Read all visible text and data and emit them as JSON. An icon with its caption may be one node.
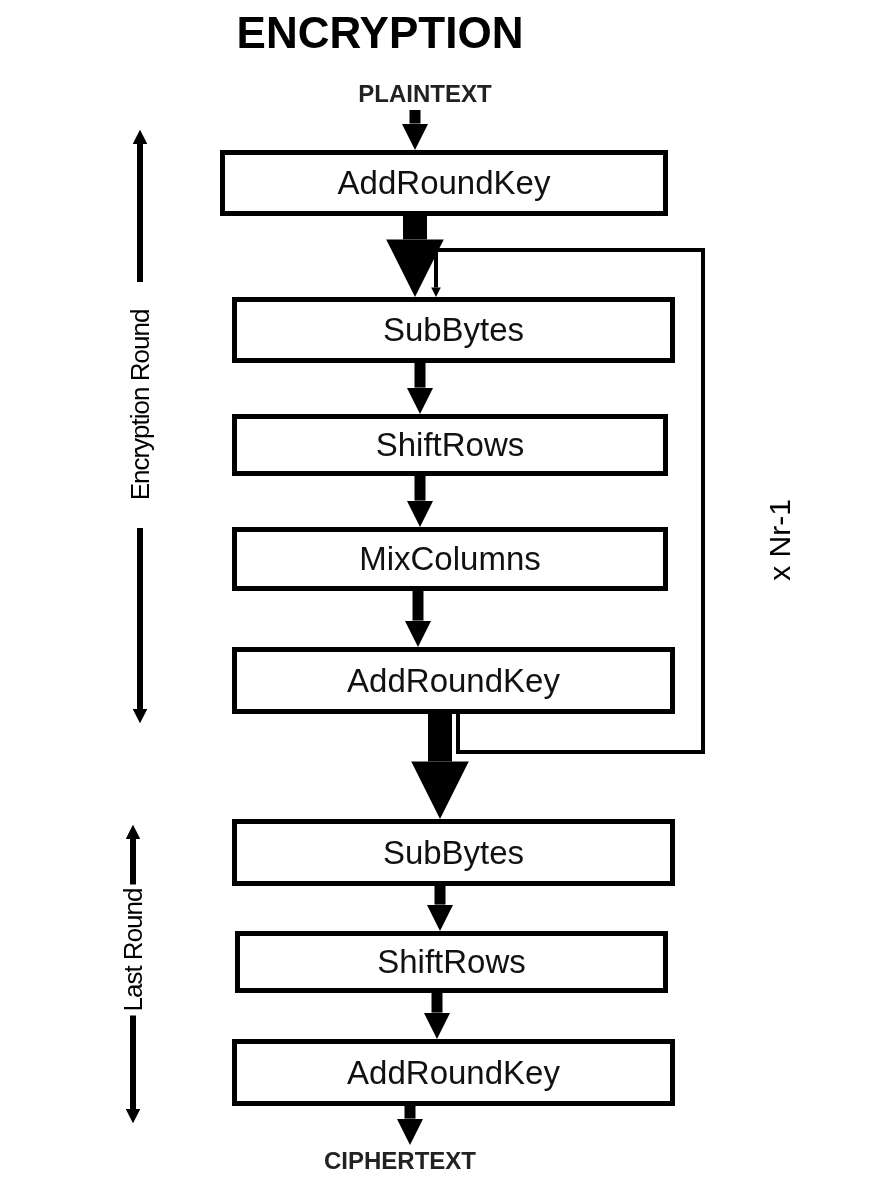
{
  "diagram": {
    "title": "ENCRYPTION",
    "nodes": [
      {
        "text": [
          "PLAINTEXT"
        ]
      },
      {
        "text": [
          "AddRoundKey"
        ]
      },
      {
        "text": [
          "SubBytes"
        ]
      },
      {
        "text": [
          "ShiftRows"
        ]
      },
      {
        "text": [
          "MixColumns"
        ]
      },
      {
        "text": [
          "AddRoundKey"
        ]
      },
      {
        "text": [
          "SubBytes"
        ]
      },
      {
        "text": [
          "ShiftRows"
        ]
      },
      {
        "text": [
          "AddRoundKey"
        ]
      },
      {
        "text": [
          "CIPHERTEXT"
        ]
      }
    ],
    "edges": [
      {
        "from": 0,
        "to": 1,
        "arrow": "to"
      },
      {
        "from": 1,
        "to": 2,
        "arrow": "to",
        "style": "thick"
      },
      {
        "from": 2,
        "to": 3,
        "arrow": "to"
      },
      {
        "from": 3,
        "to": 4,
        "arrow": "to"
      },
      {
        "from": 4,
        "to": 5,
        "arrow": "to"
      },
      {
        "from": 5,
        "to": 6,
        "arrow": "to",
        "style": "thick"
      },
      {
        "from": 6,
        "to": 7,
        "arrow": "to"
      },
      {
        "from": 7,
        "to": 8,
        "arrow": "to"
      },
      {
        "from": 8,
        "to": 9,
        "arrow": "to"
      },
      {
        "from": 5,
        "to": 2,
        "arrow": "to",
        "label": "x Nr-1"
      }
    ],
    "labels": [
      "Encryption Round",
      "Last Round"
    ]
  }
}
